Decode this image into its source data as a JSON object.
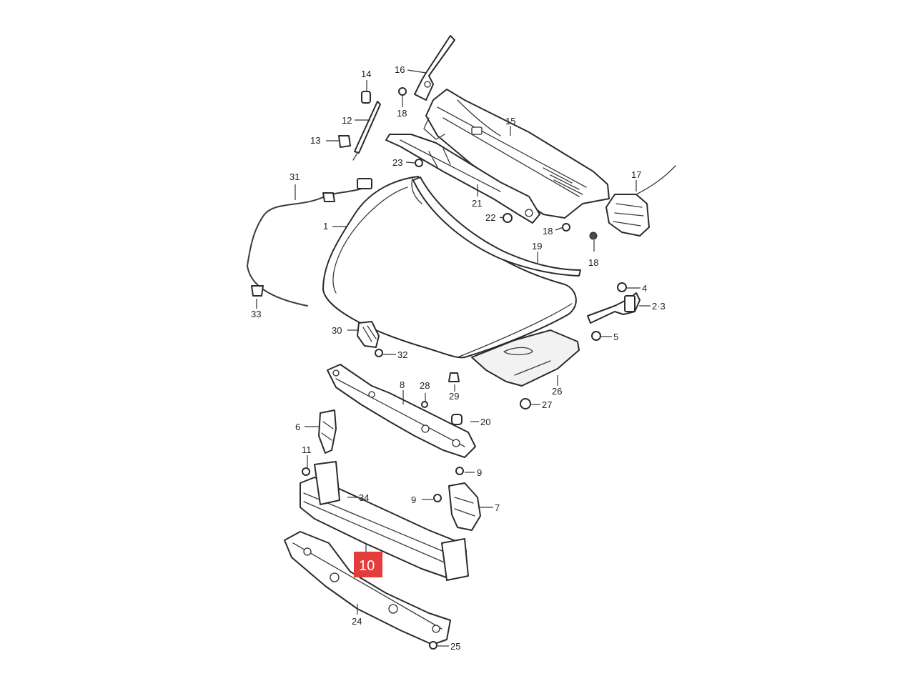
{
  "colors": {
    "line": "#2b2b2b",
    "highlight": "#e53b3b",
    "background": "#ffffff"
  },
  "callouts": {
    "c1": "1",
    "c2_3": "2·3",
    "c4": "4",
    "c5": "5",
    "c6": "6",
    "c7": "7",
    "c8": "8",
    "c9a": "9",
    "c9b": "9",
    "c10": "10",
    "c11": "11",
    "c12": "12",
    "c13": "13",
    "c14": "14",
    "c15": "15",
    "c16": "16",
    "c17": "17",
    "c18a": "18",
    "c18b": "18",
    "c18c": "18",
    "c19": "19",
    "c20": "20",
    "c21": "21",
    "c22": "22",
    "c23": "23",
    "c24": "24",
    "c25": "25",
    "c26": "26",
    "c27": "27",
    "c28": "28",
    "c29": "29",
    "c30": "30",
    "c31": "31",
    "c32": "32",
    "c33": "33",
    "c34": "34"
  }
}
